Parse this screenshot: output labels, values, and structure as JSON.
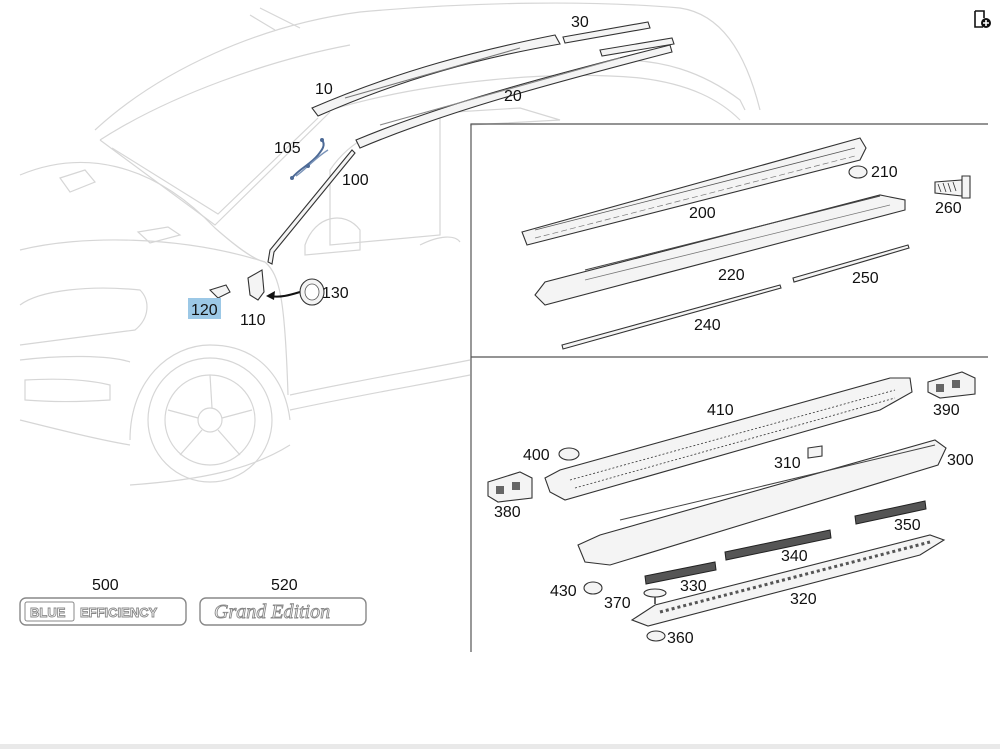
{
  "toolbar": {
    "add_to_list_icon": "add-to-list-icon"
  },
  "callouts": [
    {
      "id": "10",
      "label": "10"
    },
    {
      "id": "20",
      "label": "20"
    },
    {
      "id": "30",
      "label": "30"
    },
    {
      "id": "100",
      "label": "100"
    },
    {
      "id": "105",
      "label": "105"
    },
    {
      "id": "110",
      "label": "110"
    },
    {
      "id": "120",
      "label": "120",
      "selected": true
    },
    {
      "id": "130",
      "label": "130"
    },
    {
      "id": "200",
      "label": "200"
    },
    {
      "id": "210",
      "label": "210"
    },
    {
      "id": "220",
      "label": "220"
    },
    {
      "id": "240",
      "label": "240"
    },
    {
      "id": "250",
      "label": "250"
    },
    {
      "id": "260",
      "label": "260"
    },
    {
      "id": "300",
      "label": "300"
    },
    {
      "id": "310",
      "label": "310"
    },
    {
      "id": "320",
      "label": "320"
    },
    {
      "id": "330",
      "label": "330"
    },
    {
      "id": "340",
      "label": "340"
    },
    {
      "id": "350",
      "label": "350"
    },
    {
      "id": "360",
      "label": "360"
    },
    {
      "id": "370",
      "label": "370"
    },
    {
      "id": "380",
      "label": "380"
    },
    {
      "id": "390",
      "label": "390"
    },
    {
      "id": "400",
      "label": "400"
    },
    {
      "id": "410",
      "label": "410"
    },
    {
      "id": "430",
      "label": "430"
    },
    {
      "id": "500",
      "label": "500"
    },
    {
      "id": "520",
      "label": "520"
    }
  ],
  "badges": {
    "blue_efficiency": {
      "word1": "BLUE",
      "word2": "EFFICIENCY"
    },
    "grand_edition": {
      "text": "Grand Edition"
    }
  },
  "colors": {
    "selected_highlight": "#9cc8e6",
    "line": "#333333",
    "ghost": "#d6d6d6"
  }
}
